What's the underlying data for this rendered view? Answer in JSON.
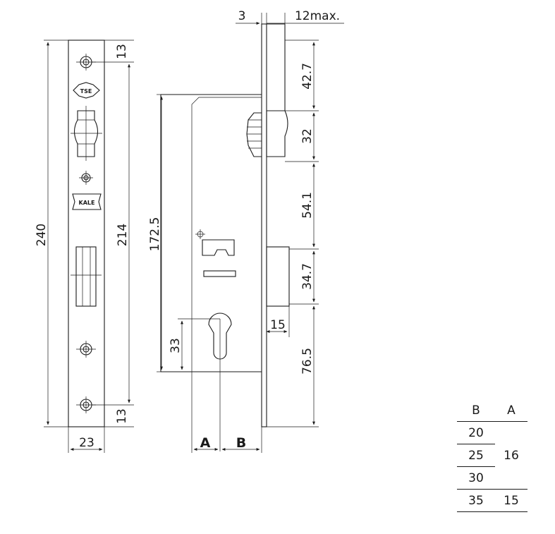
{
  "dimensions": {
    "d3": "3",
    "d12": "12max.",
    "d42_7": "42.7",
    "d32": "32",
    "d54_1": "54.1",
    "d34_7": "34.7",
    "d15": "15",
    "d76_5": "76.5",
    "d240": "240",
    "d214": "214",
    "d13_top": "13",
    "d13_bottom": "13",
    "d23": "23",
    "d172_5": "172.5",
    "d33": "33",
    "label_a": "A",
    "label_b": "B"
  },
  "logos": {
    "tse": "TSE",
    "kale": "KALE"
  },
  "table": {
    "headers": {
      "b": "B",
      "a": "A"
    },
    "rows": [
      {
        "b": "20"
      },
      {
        "b": "25",
        "a": "16"
      },
      {
        "b": "30"
      },
      {
        "b": "35",
        "a": "15"
      }
    ]
  }
}
